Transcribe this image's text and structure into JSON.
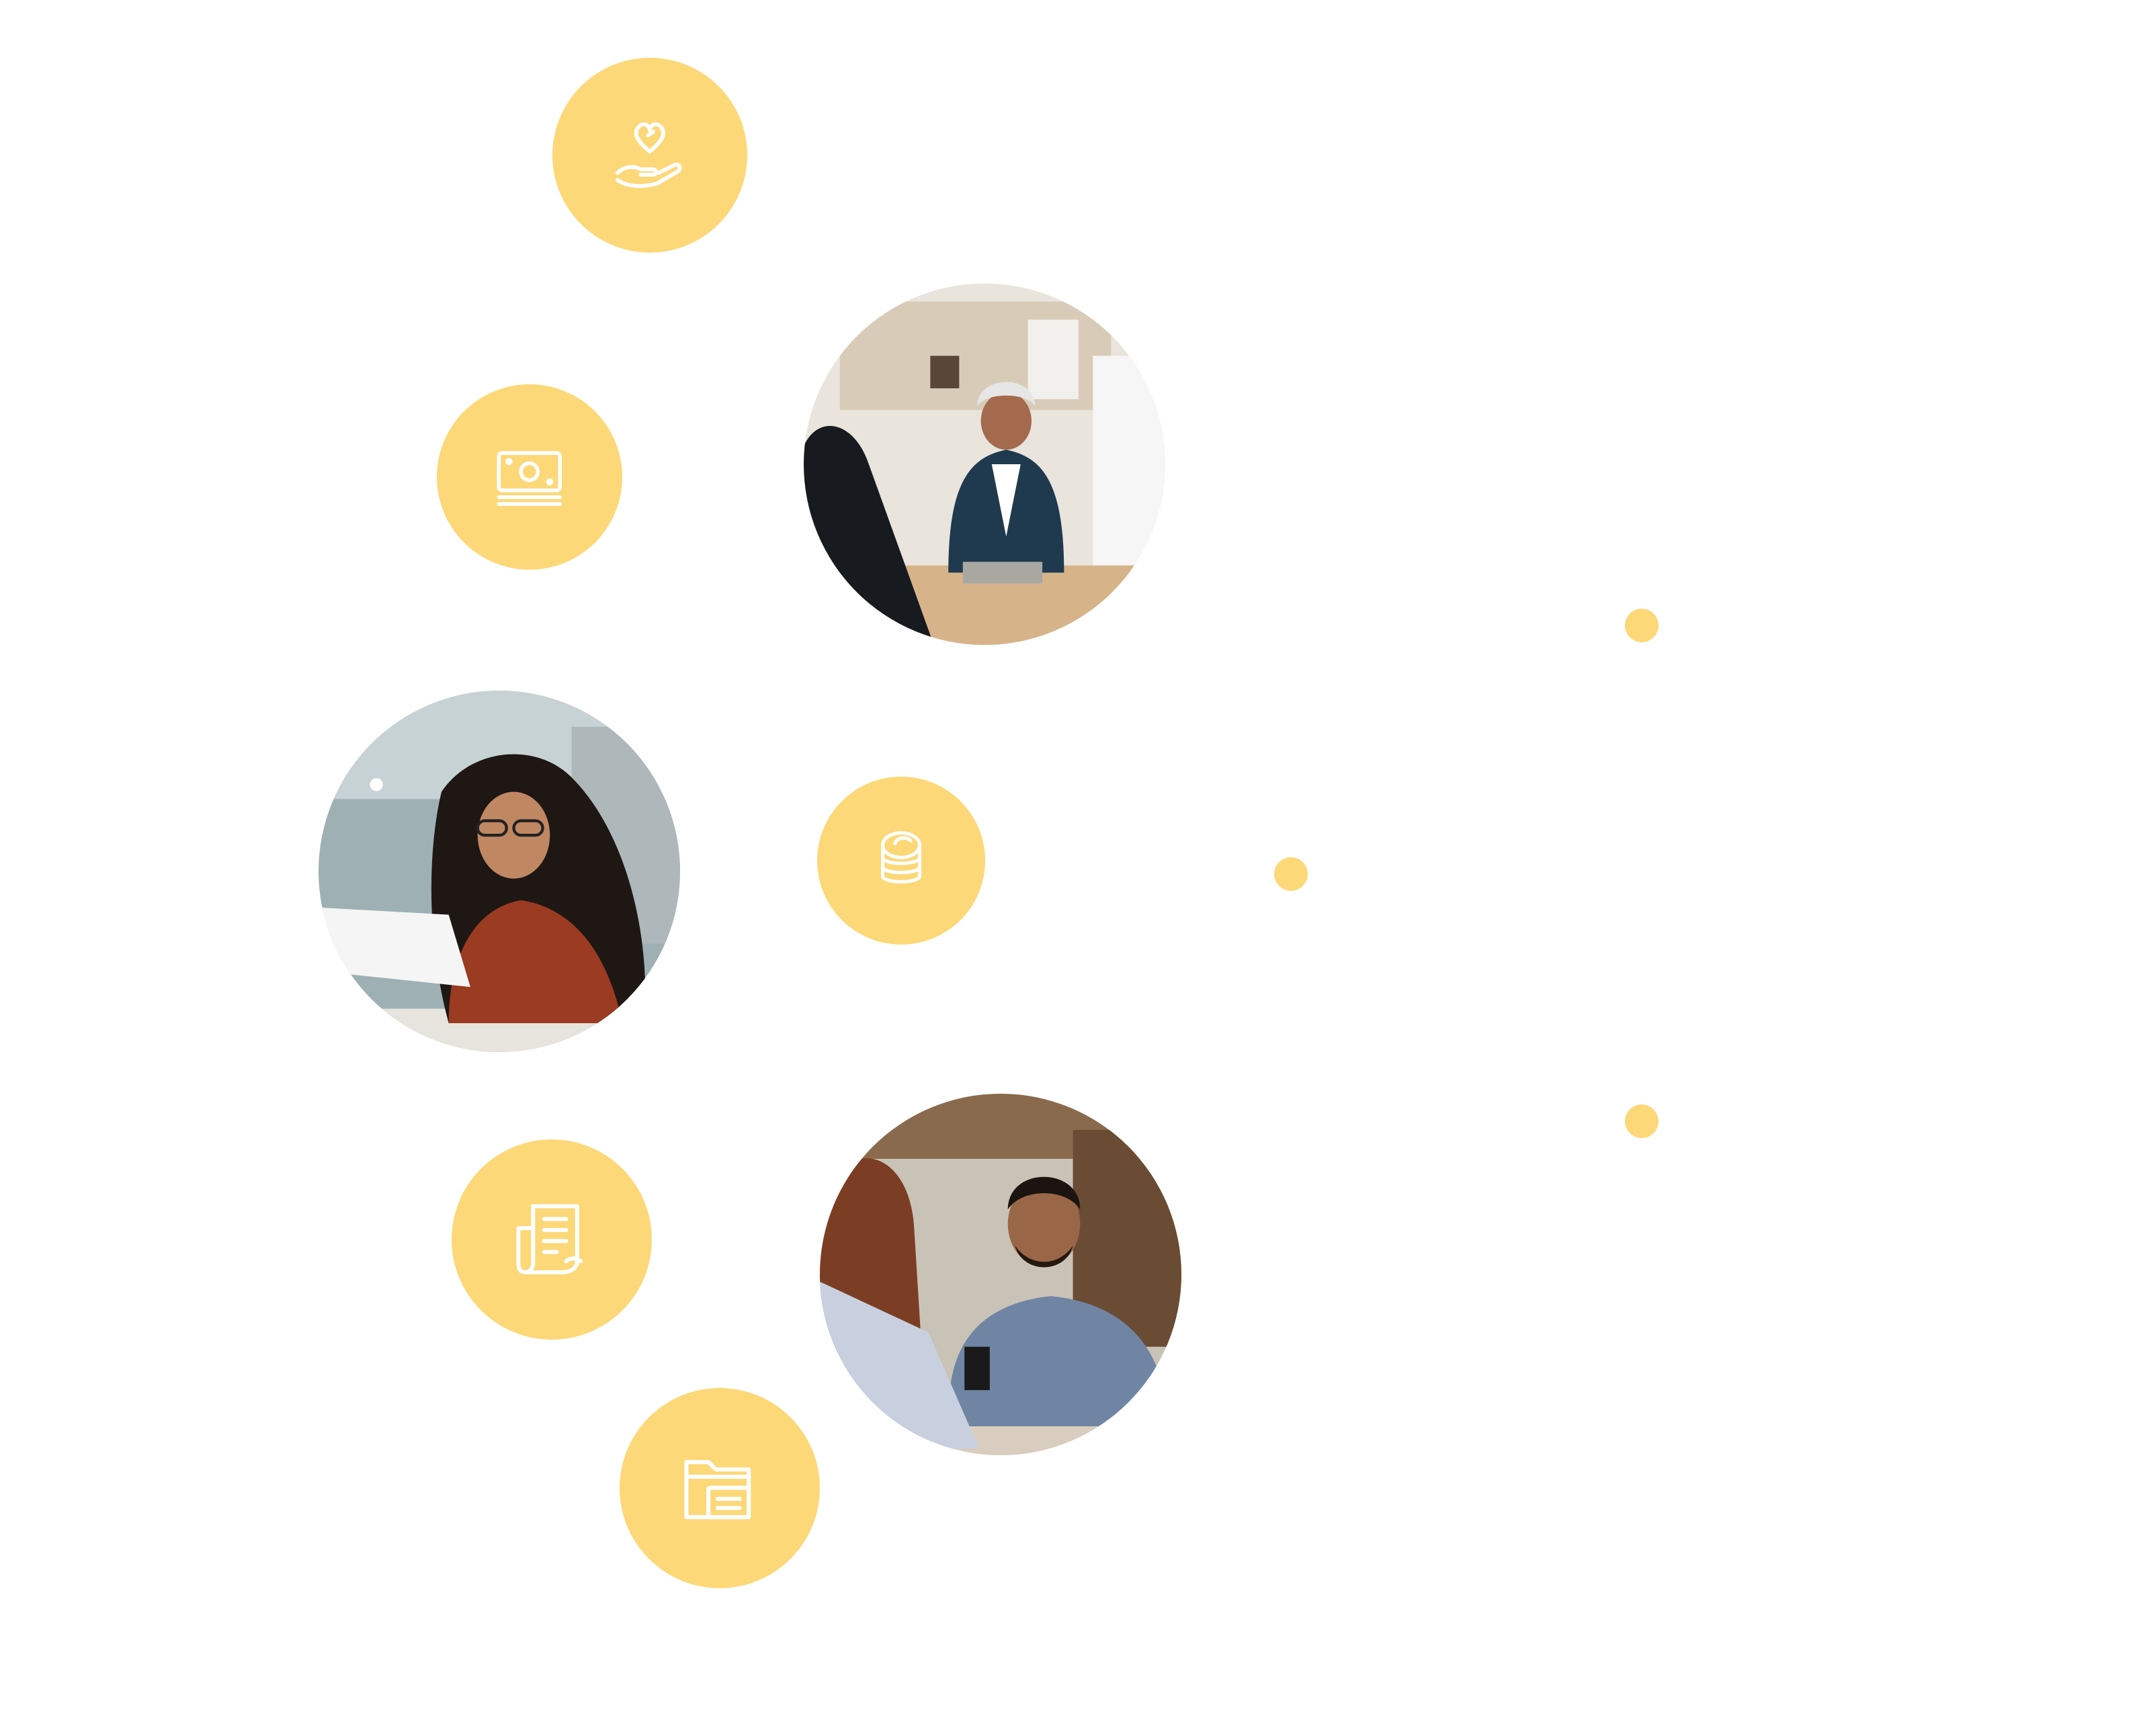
{
  "colors": {
    "accent": "#FDD878",
    "icon_stroke": "#FFFFFF",
    "background": "#FFFFFF"
  },
  "icons": [
    "heart-in-hand-icon",
    "banknote-icon",
    "coin-stack-icon",
    "document-receipt-icon",
    "folder-document-icon"
  ],
  "photos": [
    "senior-woman-advisor-photo",
    "woman-reviewing-document-photo",
    "man-and-woman-meeting-photo"
  ],
  "dots_count": 3
}
